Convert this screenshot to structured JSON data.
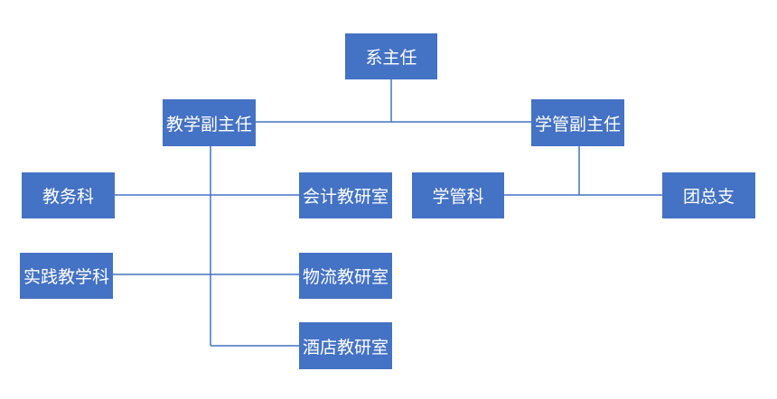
{
  "org_chart": {
    "root": {
      "label": "系主任"
    },
    "vice_teaching": {
      "label": "教学副主任"
    },
    "vice_student": {
      "label": "学管副主任"
    },
    "teaching_dept": {
      "label": "教务科"
    },
    "practice_dept": {
      "label": "实践教学科"
    },
    "accounting_office": {
      "label": "会计教研室"
    },
    "logistics_office": {
      "label": "物流教研室"
    },
    "hotel_office": {
      "label": "酒店教研室"
    },
    "student_dept": {
      "label": "学管科"
    },
    "league_branch": {
      "label": "团总支"
    }
  },
  "colors": {
    "box_fill": "#4472c4",
    "box_text": "#ffffff",
    "connector": "#4472c4"
  }
}
